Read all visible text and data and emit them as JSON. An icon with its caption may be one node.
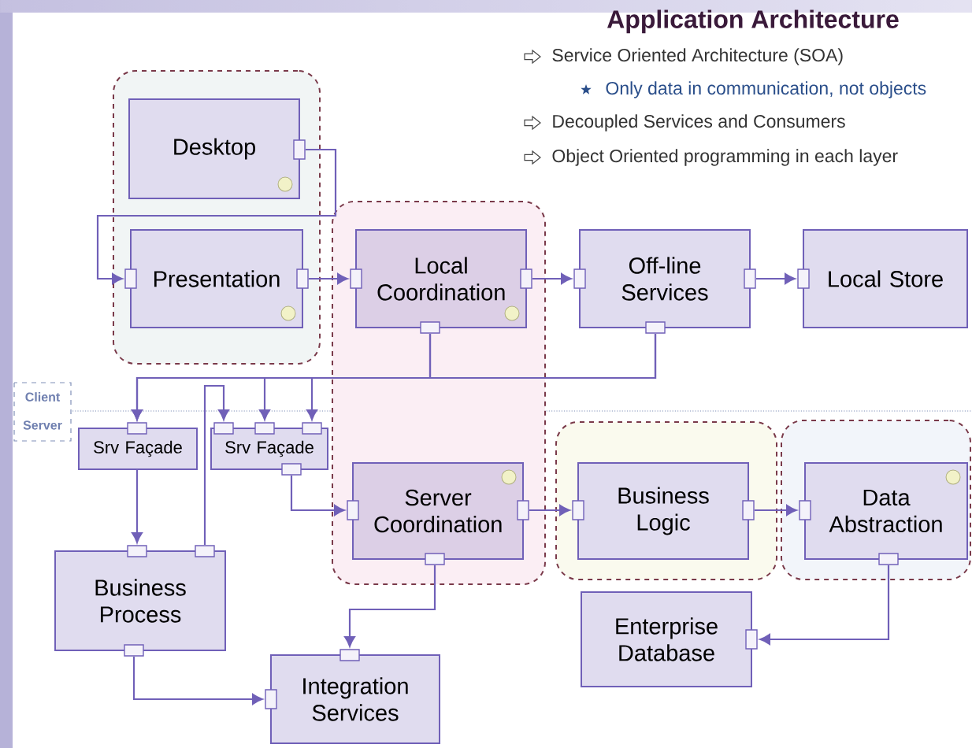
{
  "diagram": {
    "title": "Application Architecture",
    "nodes": [
      {
        "text": [],
        "shape": "box"
      },
      {
        "text": [
          "Desktop"
        ],
        "in": 0
      },
      {
        "text": [
          "Presentation"
        ],
        "in": 0
      },
      {
        "text": [],
        "shape": "box"
      },
      {
        "text": [
          "Local Coordination"
        ],
        "in": 3
      },
      {
        "text": [
          "Off-line Services"
        ]
      },
      {
        "text": [
          "Local Store"
        ]
      },
      {
        "text": [
          "Srv Façade"
        ]
      },
      {
        "text": [
          "Srv Façade"
        ]
      },
      {
        "text": [],
        "shape": "box"
      },
      {
        "text": [
          "Server Coordination"
        ],
        "in": 3
      },
      {
        "text": [
          "Business Logic"
        ],
        "in": 9
      },
      {
        "text": [],
        "shape": "box"
      },
      {
        "text": [
          "Data Abstraction"
        ],
        "in": 12
      },
      {
        "text": [
          "Business Process"
        ]
      },
      {
        "text": [
          "Enterprise Database"
        ]
      },
      {
        "text": [
          "Integration Services"
        ]
      }
    ],
    "edges": [
      {
        "from": 1,
        "to": 2,
        "arrow": "to"
      },
      {
        "from": 2,
        "to": 4,
        "arrow": "to"
      },
      {
        "from": 4,
        "to": 5,
        "arrow": "to"
      },
      {
        "from": 5,
        "to": 6,
        "arrow": "to"
      },
      {
        "from": 4,
        "to": 7,
        "arrow": "to"
      },
      {
        "from": 4,
        "to": 8,
        "arrow": "to"
      },
      {
        "from": 5,
        "to": 7,
        "arrow": "to"
      },
      {
        "from": 5,
        "to": 8,
        "arrow": "to"
      },
      {
        "from": 14,
        "to": 8,
        "arrow": "to"
      },
      {
        "from": 7,
        "to": 14,
        "arrow": "to"
      },
      {
        "from": 8,
        "to": 10,
        "arrow": "to"
      },
      {
        "from": 10,
        "to": 11,
        "arrow": "to"
      },
      {
        "from": 11,
        "to": 13,
        "arrow": "to"
      },
      {
        "from": 13,
        "to": 15,
        "arrow": "to"
      },
      {
        "from": 10,
        "to": 16,
        "arrow": "to"
      },
      {
        "from": 14,
        "to": 16,
        "arrow": "to"
      }
    ],
    "labels": [
      "Service Oriented Architecture (SOA)",
      "Only data in communication, not objects",
      "Decoupled Services and Consumers",
      "Object Oriented programming in each layer",
      "Client",
      "Server"
    ]
  }
}
